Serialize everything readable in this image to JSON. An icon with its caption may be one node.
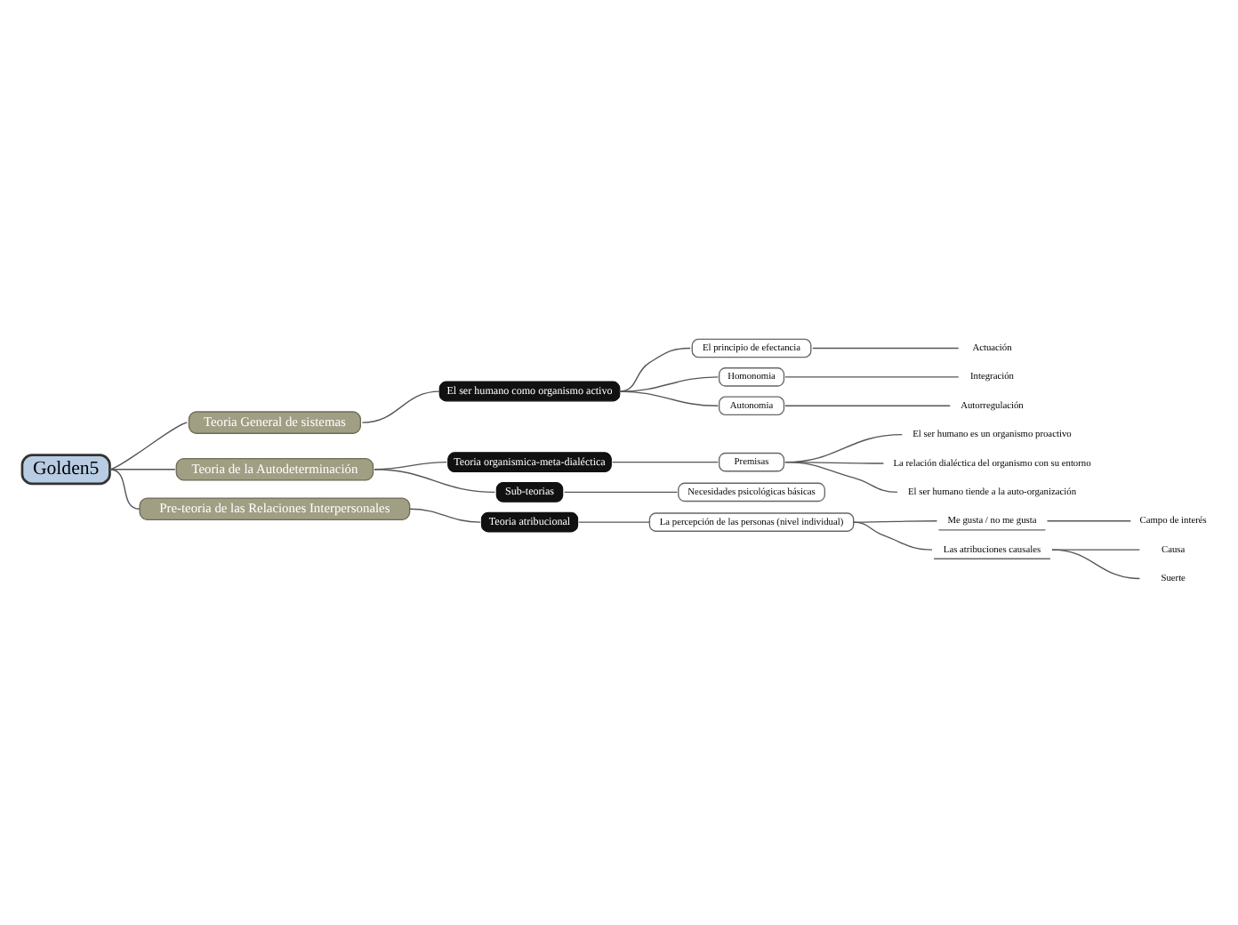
{
  "diagram": {
    "nodes": [
      {
        "text": [
          "Golden5"
        ]
      },
      {
        "text": [
          "Teoria General de sistemas"
        ]
      },
      {
        "text": [
          "El ser humano como organismo activo"
        ]
      },
      {
        "text": [
          "El principio de efectancia"
        ]
      },
      {
        "text": [
          "Actuación"
        ]
      },
      {
        "text": [
          "Homonomia"
        ]
      },
      {
        "text": [
          "Integración"
        ]
      },
      {
        "text": [
          "Autonomia"
        ]
      },
      {
        "text": [
          "Autorregulación"
        ]
      },
      {
        "text": [
          "Teoria de la Autodeterminación"
        ]
      },
      {
        "text": [
          "Teoria organismica-meta-dialéctica"
        ]
      },
      {
        "text": [
          "Premisas"
        ]
      },
      {
        "text": [
          "El ser humano es un organismo proactivo"
        ]
      },
      {
        "text": [
          "La relación dialéctica del organismo con su entorno"
        ]
      },
      {
        "text": [
          "El ser humano tiende a la auto-organización"
        ]
      },
      {
        "text": [
          "Sub-teorias"
        ]
      },
      {
        "text": [
          "Necesidades psicológicas básicas"
        ]
      },
      {
        "text": [
          "Pre-teoria de las Relaciones Interpersonales"
        ]
      },
      {
        "text": [
          "Teoria atribucional"
        ]
      },
      {
        "text": [
          "La percepción de las personas (nivel individual)"
        ]
      },
      {
        "text": [
          "Me gusta / no me gusta"
        ]
      },
      {
        "text": [
          "Campo de interés"
        ]
      },
      {
        "text": [
          "Las atribuciones causales"
        ]
      },
      {
        "text": [
          "Causa"
        ]
      },
      {
        "text": [
          "Suerte"
        ]
      }
    ],
    "edges": [
      {
        "from": 0,
        "to": 1,
        "arrow": "none"
      },
      {
        "from": 1,
        "to": 2,
        "arrow": "none"
      },
      {
        "from": 2,
        "to": 3,
        "arrow": "none"
      },
      {
        "from": 3,
        "to": 4,
        "arrow": "none"
      },
      {
        "from": 2,
        "to": 5,
        "arrow": "none"
      },
      {
        "from": 5,
        "to": 6,
        "arrow": "none"
      },
      {
        "from": 2,
        "to": 7,
        "arrow": "none"
      },
      {
        "from": 7,
        "to": 8,
        "arrow": "none"
      },
      {
        "from": 0,
        "to": 9,
        "arrow": "none"
      },
      {
        "from": 9,
        "to": 10,
        "arrow": "none"
      },
      {
        "from": 10,
        "to": 11,
        "arrow": "none"
      },
      {
        "from": 11,
        "to": 12,
        "arrow": "none"
      },
      {
        "from": 11,
        "to": 13,
        "arrow": "none"
      },
      {
        "from": 11,
        "to": 14,
        "arrow": "none"
      },
      {
        "from": 9,
        "to": 15,
        "arrow": "none"
      },
      {
        "from": 15,
        "to": 16,
        "arrow": "none"
      },
      {
        "from": 0,
        "to": 17,
        "arrow": "none"
      },
      {
        "from": 17,
        "to": 18,
        "arrow": "none"
      },
      {
        "from": 18,
        "to": 19,
        "arrow": "none"
      },
      {
        "from": 19,
        "to": 20,
        "arrow": "none"
      },
      {
        "from": 20,
        "to": 21,
        "arrow": "none"
      },
      {
        "from": 19,
        "to": 22,
        "arrow": "none"
      },
      {
        "from": 22,
        "to": 23,
        "arrow": "none"
      },
      {
        "from": 22,
        "to": 24,
        "arrow": "none"
      }
    ]
  }
}
